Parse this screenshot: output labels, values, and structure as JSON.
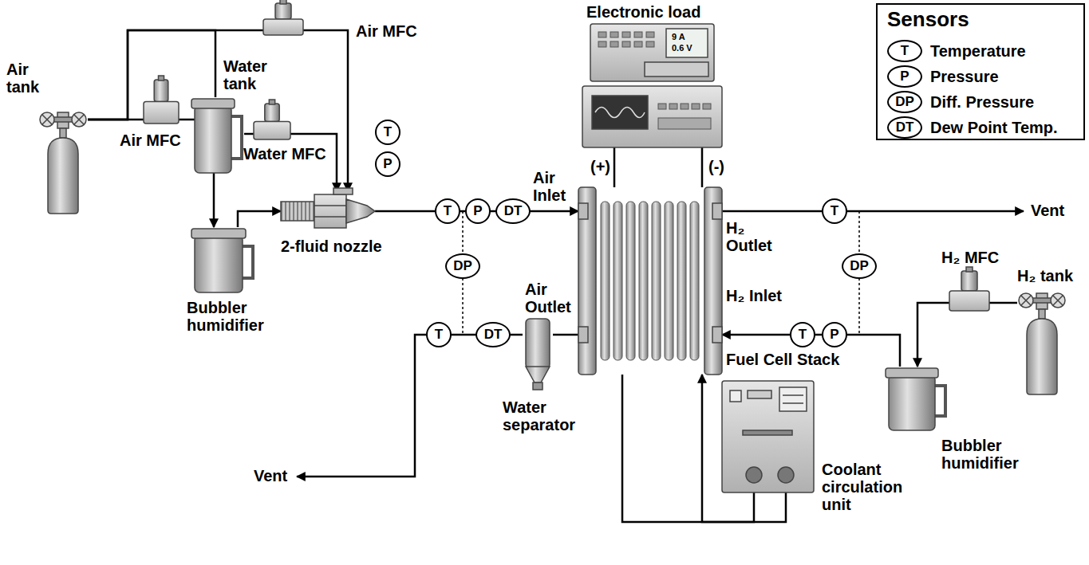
{
  "diagram": {
    "nodes": [
      {
        "text": [
          "Air tank"
        ]
      },
      {
        "text": [
          "Air MFC"
        ]
      },
      {
        "text": [
          "Water tank"
        ]
      },
      {
        "text": [
          "Water MFC"
        ]
      },
      {
        "text": [
          "Air MFC"
        ]
      },
      {
        "text": [
          "Bubbler humidifier"
        ]
      },
      {
        "text": [
          "T"
        ]
      },
      {
        "text": [
          "P"
        ]
      },
      {
        "text": [
          "2-fluid nozzle"
        ]
      },
      {
        "text": [
          "Electronic load",
          "9 A",
          "0.6 V"
        ]
      },
      {
        "text": [
          "T"
        ]
      },
      {
        "text": [
          "P"
        ]
      },
      {
        "text": [
          "DT"
        ]
      },
      {
        "text": [
          "DP"
        ]
      },
      {
        "text": [
          "Fuel Cell Stack"
        ]
      },
      {
        "text": [
          "T"
        ]
      },
      {
        "text": [
          "DP"
        ]
      },
      {
        "text": [
          "T"
        ]
      },
      {
        "text": [
          "DT"
        ]
      },
      {
        "text": [
          "Water separator"
        ]
      },
      {
        "text": [
          "T"
        ]
      },
      {
        "text": [
          "P"
        ]
      },
      {
        "text": [
          "H₂ MFC"
        ]
      },
      {
        "text": [
          "H₂ tank"
        ]
      },
      {
        "text": [
          "Bubbler humidifier"
        ]
      },
      {
        "text": [
          "Coolant circulation unit"
        ]
      }
    ],
    "edges": [
      {
        "from": 0,
        "to": 4,
        "arrow": "none"
      },
      {
        "from": 0,
        "to": 1,
        "arrow": "none"
      },
      {
        "from": 0,
        "to": 2,
        "arrow": "none"
      },
      {
        "from": 4,
        "to": 5,
        "arrow": "to"
      },
      {
        "from": 2,
        "to": 3,
        "arrow": "none"
      },
      {
        "from": 3,
        "to": 8,
        "arrow": "to"
      },
      {
        "from": 1,
        "to": 8,
        "arrow": "to"
      },
      {
        "from": 5,
        "to": 8,
        "arrow": "to"
      },
      {
        "from": 8,
        "to": 14,
        "arrow": "to"
      },
      {
        "from": 9,
        "to": 14,
        "label": "(+)",
        "arrow": "none"
      },
      {
        "from": 9,
        "to": 14,
        "label": "(-)",
        "arrow": "none"
      },
      {
        "from": 14,
        "to": 19,
        "arrow": "none"
      },
      {
        "from": 24,
        "to": 14,
        "arrow": "to"
      },
      {
        "from": 22,
        "to": 24,
        "arrow": "to"
      },
      {
        "from": 23,
        "to": 22,
        "arrow": "none"
      },
      {
        "from": 25,
        "to": 14,
        "arrow": "to"
      },
      {
        "from": 14,
        "to": 25,
        "arrow": "none"
      }
    ],
    "labels": [
      "Sensors",
      "T",
      "P",
      "DP",
      "DT",
      "Air Inlet",
      "H₂ Outlet",
      "Vent",
      "H₂ Inlet",
      "Air Outlet",
      "Vent"
    ],
    "legend": [
      {
        "text": "Temperature"
      },
      {
        "text": "Pressure"
      },
      {
        "text": "Diff. Pressure"
      },
      {
        "text": "Dew Point Temp."
      }
    ]
  }
}
